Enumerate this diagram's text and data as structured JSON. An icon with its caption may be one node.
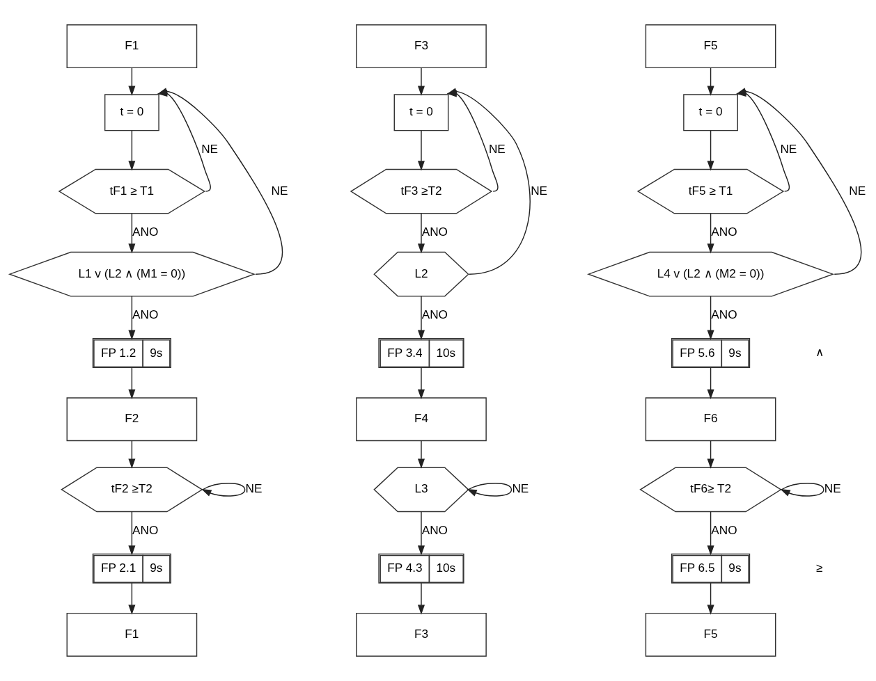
{
  "diagram": {
    "nodes": [
      {
        "text": [
          "F1"
        ]
      },
      {
        "text": [
          "t = 0"
        ]
      },
      {
        "text": [
          "tF1 ≥ T1"
        ]
      },
      {
        "text": [
          "L1 v (L2 ∧ (M1 = 0))"
        ]
      },
      {
        "text": [
          "FP 1.2",
          "9s"
        ]
      },
      {
        "text": [
          "F2"
        ]
      },
      {
        "text": [
          "tF2 ≥T2"
        ]
      },
      {
        "text": [
          "FP 2.1",
          "9s"
        ]
      },
      {
        "text": [
          "F1"
        ]
      },
      {
        "text": [
          "F3"
        ]
      },
      {
        "text": [
          "t = 0"
        ]
      },
      {
        "text": [
          "tF3 ≥T2"
        ]
      },
      {
        "text": [
          "L2"
        ]
      },
      {
        "text": [
          "FP 3.4",
          "10s"
        ]
      },
      {
        "text": [
          "F4"
        ]
      },
      {
        "text": [
          "L3"
        ]
      },
      {
        "text": [
          "FP 4.3",
          "10s"
        ]
      },
      {
        "text": [
          "F3"
        ]
      },
      {
        "text": [
          "F5"
        ]
      },
      {
        "text": [
          "t = 0"
        ]
      },
      {
        "text": [
          "tF5 ≥ T1"
        ]
      },
      {
        "text": [
          "L4 v (L2 ∧ (M2 = 0))"
        ]
      },
      {
        "text": [
          "FP 5.6",
          "9s"
        ]
      },
      {
        "text": [
          "F6"
        ]
      },
      {
        "text": [
          "tF6≥ T2"
        ]
      },
      {
        "text": [
          "FP 6.5",
          "9s"
        ]
      },
      {
        "text": [
          "F5"
        ]
      }
    ],
    "edges": [
      {
        "from": 0,
        "to": 1,
        "arrow": "to"
      },
      {
        "from": 1,
        "to": 2,
        "arrow": "to"
      },
      {
        "from": 2,
        "to": 3,
        "arrow": "to",
        "label": "ANO"
      },
      {
        "from": 2,
        "to": 1,
        "arrow": "to",
        "label": "NE"
      },
      {
        "from": 3,
        "to": 1,
        "arrow": "to",
        "label": "NE"
      },
      {
        "from": 3,
        "to": 4,
        "arrow": "to",
        "label": "ANO"
      },
      {
        "from": 4,
        "to": 5,
        "arrow": "to"
      },
      {
        "from": 5,
        "to": 6,
        "arrow": "to"
      },
      {
        "from": 6,
        "to": 6,
        "arrow": "to",
        "label": "NE"
      },
      {
        "from": 6,
        "to": 7,
        "arrow": "to",
        "label": "ANO"
      },
      {
        "from": 7,
        "to": 8,
        "arrow": "to"
      },
      {
        "from": 9,
        "to": 10,
        "arrow": "to"
      },
      {
        "from": 10,
        "to": 11,
        "arrow": "to"
      },
      {
        "from": 11,
        "to": 12,
        "arrow": "to",
        "label": "ANO"
      },
      {
        "from": 11,
        "to": 10,
        "arrow": "to",
        "label": "NE"
      },
      {
        "from": 12,
        "to": 10,
        "arrow": "to",
        "label": "NE"
      },
      {
        "from": 12,
        "to": 13,
        "arrow": "to",
        "label": "ANO"
      },
      {
        "from": 13,
        "to": 14,
        "arrow": "to"
      },
      {
        "from": 14,
        "to": 15,
        "arrow": "to"
      },
      {
        "from": 15,
        "to": 15,
        "arrow": "to",
        "label": "NE"
      },
      {
        "from": 15,
        "to": 16,
        "arrow": "to",
        "label": "ANO"
      },
      {
        "from": 16,
        "to": 17,
        "arrow": "to"
      },
      {
        "from": 18,
        "to": 19,
        "arrow": "to"
      },
      {
        "from": 19,
        "to": 20,
        "arrow": "to"
      },
      {
        "from": 20,
        "to": 21,
        "arrow": "to",
        "label": "ANO"
      },
      {
        "from": 20,
        "to": 19,
        "arrow": "to",
        "label": "NE"
      },
      {
        "from": 21,
        "to": 19,
        "arrow": "to",
        "label": "NE"
      },
      {
        "from": 21,
        "to": 22,
        "arrow": "to",
        "label": "ANO"
      },
      {
        "from": 22,
        "to": 23,
        "arrow": "to"
      },
      {
        "from": 23,
        "to": 24,
        "arrow": "to"
      },
      {
        "from": 24,
        "to": 24,
        "arrow": "to",
        "label": "NE"
      },
      {
        "from": 24,
        "to": 25,
        "arrow": "to",
        "label": "ANO"
      },
      {
        "from": 25,
        "to": 26,
        "arrow": "to"
      }
    ],
    "labels": [
      "∧",
      "≥"
    ]
  }
}
